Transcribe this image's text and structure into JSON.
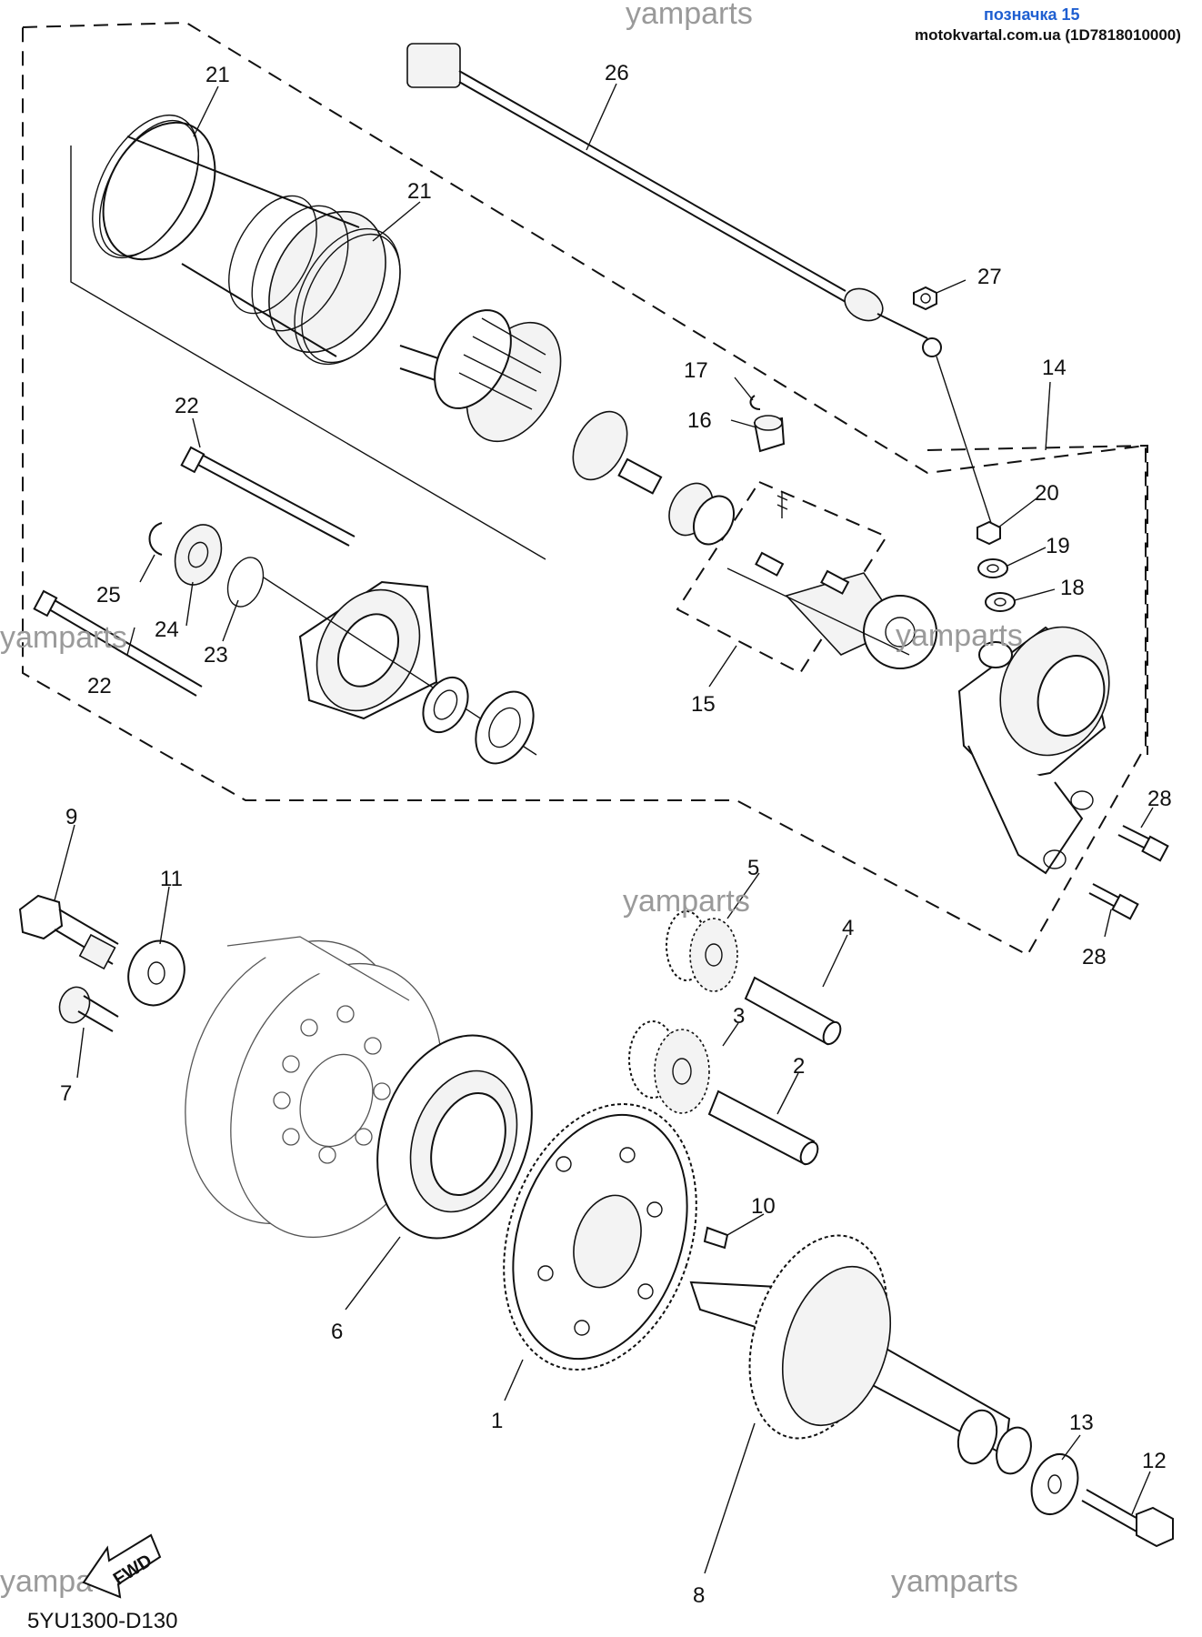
{
  "header": {
    "watermark_top": "yamparts",
    "title_link": "позначка 15",
    "site_ref": "motokvartal.com.ua (1D7818010000)"
  },
  "watermarks": [
    "yamparts",
    "yamparts",
    "yamparts",
    "yampa"
  ],
  "diagram_code": "5YU1300-D130",
  "fwd_label": "FWD",
  "callouts": {
    "p1": "1",
    "p2": "2",
    "p3": "3",
    "p4": "4",
    "p5": "5",
    "p6": "6",
    "p7": "7",
    "p8": "8",
    "p9": "9",
    "p10": "10",
    "p11": "11",
    "p12": "12",
    "p13": "13",
    "p14": "14",
    "p15": "15",
    "p16": "16",
    "p17": "17",
    "p18": "18",
    "p19": "19",
    "p20": "20",
    "p21a": "21",
    "p21b": "21",
    "p22a": "22",
    "p22b": "22",
    "p23": "23",
    "p24": "24",
    "p25": "25",
    "p26": "26",
    "p27": "27",
    "p28a": "28",
    "p28b": "28"
  }
}
